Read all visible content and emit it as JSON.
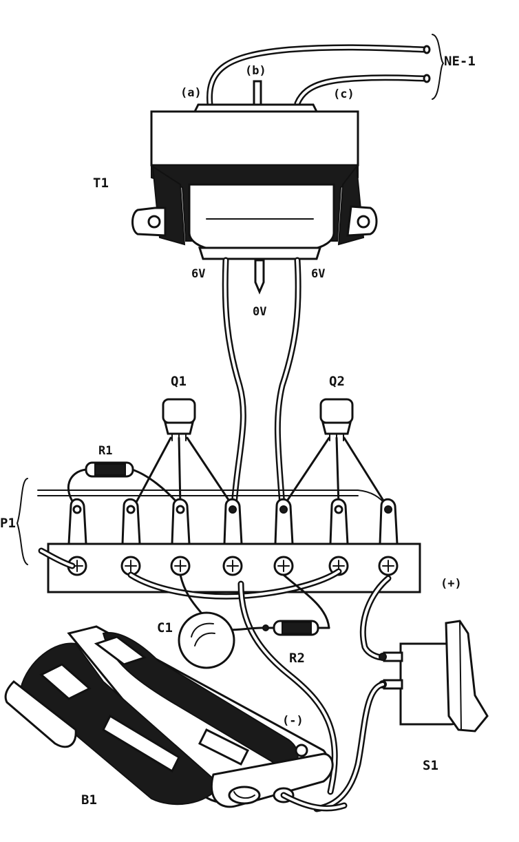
{
  "labels": {
    "ne1": "NE-1",
    "a": "(a)",
    "b": "(b)",
    "c": "(c)",
    "t1": "T1",
    "v6_left": "6V",
    "v6_right": "6V",
    "v0": "0V",
    "q1": "Q1",
    "q2": "Q2",
    "r1": "R1",
    "p1": "P1",
    "plus": "(+)",
    "c1": "C1",
    "r2": "R2",
    "minus": "(-)",
    "s1": "S1",
    "b1": "B1"
  }
}
